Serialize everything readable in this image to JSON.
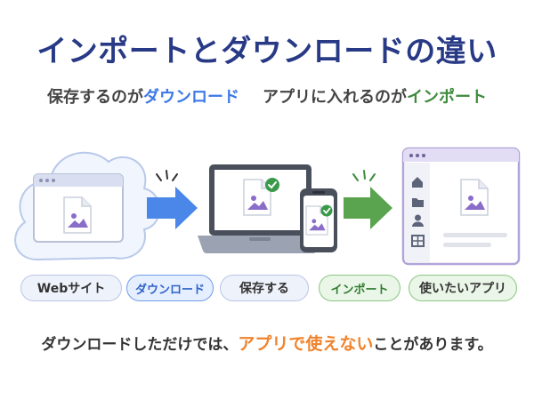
{
  "title": "インポートとダウンロードの違い",
  "subtitle": {
    "part1": "保存するのが",
    "download": "ダウンロード",
    "part2": "アプリに入れるのが",
    "import": "インポート"
  },
  "labels": {
    "website": "Webサイト",
    "download": "ダウンロード",
    "save": "保存する",
    "import": "インポート",
    "target_app": "使いたいアプリ"
  },
  "footer": {
    "part1": "ダウンロードしただけでは、",
    "highlight": "アプリで使えない",
    "part2": "ことがあります。"
  },
  "colors": {
    "title": "#283a86",
    "download_accent": "#3b78e7",
    "import_accent": "#3d8b3d",
    "warning": "#f0832b",
    "image_icon": "#8a6cc9",
    "check": "#3a9a4a"
  },
  "icons": [
    "cloud-icon",
    "browser-window-icon",
    "image-file-icon",
    "arrow-right-icon",
    "laptop-icon",
    "smartphone-icon",
    "checkmark-icon",
    "app-window-icon",
    "home-icon",
    "folder-icon",
    "user-icon",
    "grid-icon"
  ]
}
